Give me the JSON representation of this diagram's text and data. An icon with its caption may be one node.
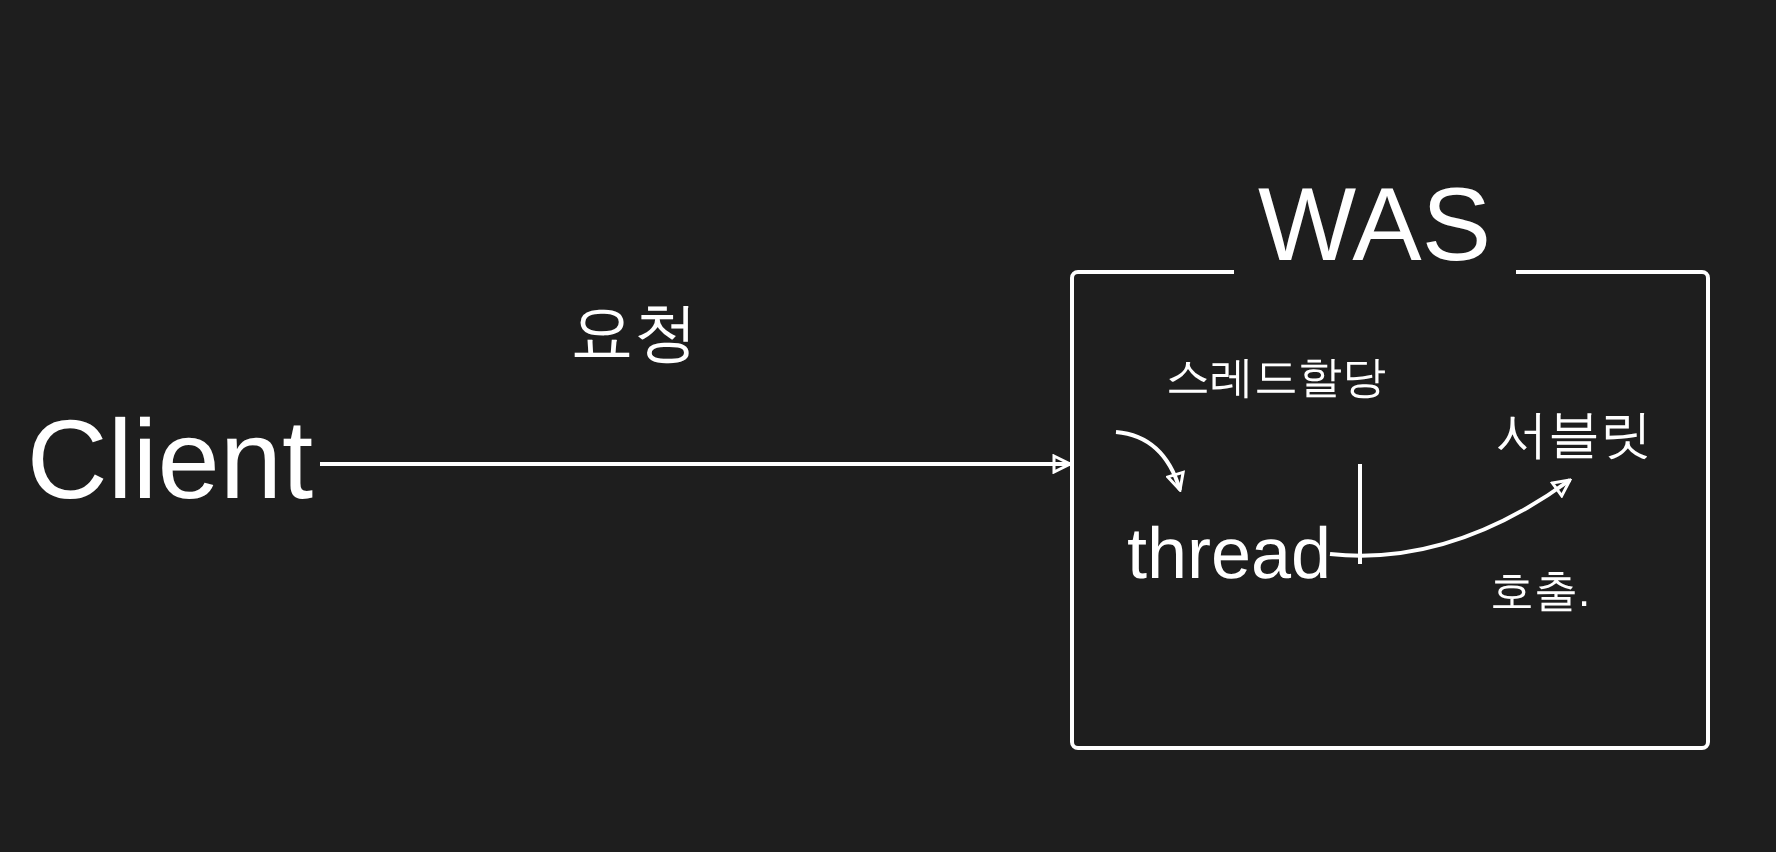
{
  "diagram": {
    "nodes": [
      {
        "text": [
          "Client"
        ]
      },
      {
        "text": [
          "WAS"
        ]
      },
      {
        "text": [
          "thread"
        ],
        "in": 1
      },
      {
        "text": [
          "서블릿"
        ],
        "in": 1
      }
    ],
    "edges": [
      {
        "from": 0,
        "to": 1,
        "arrow": "to",
        "label": "요청"
      },
      {
        "from": null,
        "to": 2,
        "arrow": "to",
        "label": "스레드할당"
      },
      {
        "from": 2,
        "to": 3,
        "arrow": "to",
        "label": "호출."
      }
    ]
  }
}
